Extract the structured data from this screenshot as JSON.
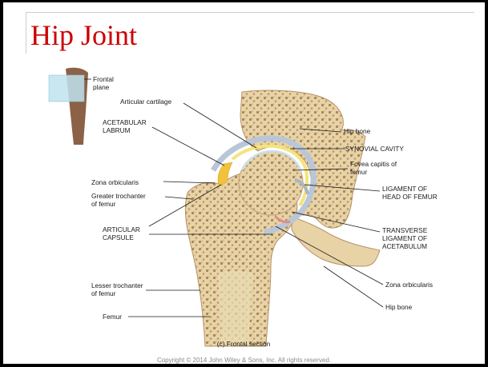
{
  "slide": {
    "title": "Hip Joint",
    "copyright": "Copyright © 2014 John Wiley & Sons, Inc. All rights reserved."
  },
  "figure": {
    "caption": "(c) Frontal section",
    "plane_label": [
      "Frontal",
      "plane"
    ],
    "labels": {
      "articular_cartilage": [
        "Articular cartilage"
      ],
      "acetabular_labrum": [
        "ACETABULAR",
        "LABRUM"
      ],
      "zona_orbicularis_left": [
        "Zona orbicularis"
      ],
      "greater_trochanter": [
        "Greater trochanter",
        "of femur"
      ],
      "articular_capsule": [
        "ARTICULAR",
        "CAPSULE"
      ],
      "lesser_trochanter": [
        "Lesser trochanter",
        "of femur"
      ],
      "femur": [
        "Femur"
      ],
      "hip_bone_top": [
        "Hip bone"
      ],
      "synovial_cavity": [
        "SYNOVIAL CAVITY"
      ],
      "fovea_capitis": [
        "Fovea capitis of",
        "femur"
      ],
      "ligament_head_femur": [
        "LIGAMENT OF",
        "HEAD OF FEMUR"
      ],
      "transverse_ligament": [
        "TRANSVERSE",
        "LIGAMENT OF",
        "ACETABULUM"
      ],
      "zona_orbicularis_right": [
        "Zona orbicularis"
      ],
      "hip_bone_bottom": [
        "Hip bone"
      ]
    }
  }
}
